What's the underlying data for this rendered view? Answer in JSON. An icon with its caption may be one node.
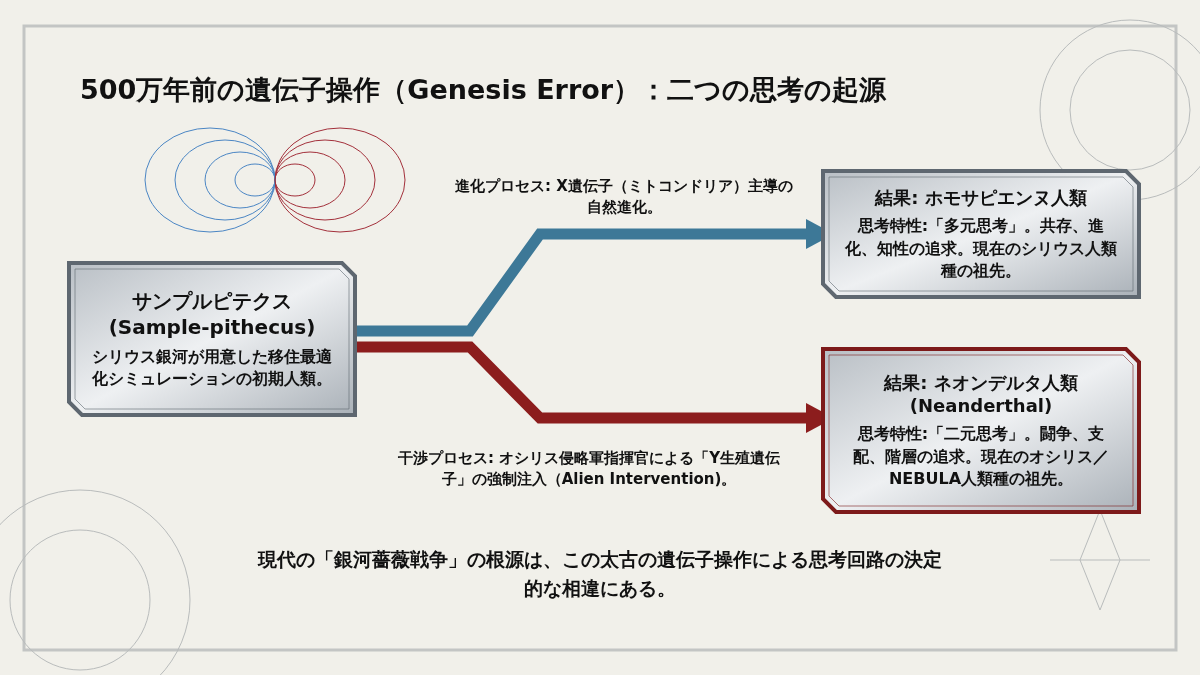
{
  "diagram": {
    "title": "500万年前の遺伝子操作（Genesis Error）：二つの思考の起源",
    "nodes": [
      {
        "text": [
          "サンプルピテクス (Sample-pithecus)",
          "シリウス銀河が用意した移住最適化シミュレーションの初期人類。"
        ]
      },
      {
        "text": [
          "結果: ホモサピエンヌ人類",
          "思考特性:「多元思考」。共存、進化、知性の追求。現在のシリウス人類種の祖先。"
        ]
      },
      {
        "text": [
          "結果: ネオンデルタ人類 (Neanderthal)",
          "思考特性:「二元思考」。闘争、支配、階層の追求。現在のオシリス／NEBULA人類種の祖先。"
        ]
      }
    ],
    "edges": [
      {
        "from": 0,
        "to": 1,
        "arrow": "to",
        "color": "#3d7897",
        "label": "進化プロセス: X遺伝子（ミトコンドリア）主導の自然進化。"
      },
      {
        "from": 0,
        "to": 2,
        "arrow": "to",
        "color": "#8c1d1d",
        "label": "干渉プロセス: オシリス侵略軍指揮官による「Y生殖遺伝子」の強制注入（Alien Intervention)。"
      }
    ],
    "caption": "現代の「銀河薔薇戦争」の根源は、この太古の遺伝子操作による思考回路の決定的な相違にある。"
  }
}
